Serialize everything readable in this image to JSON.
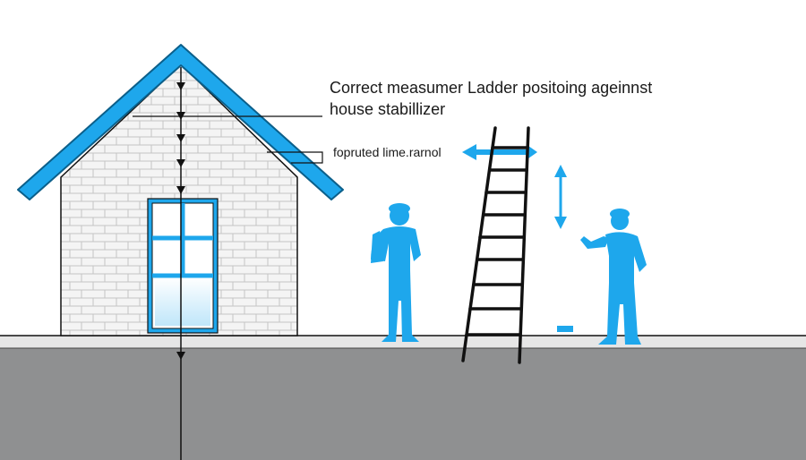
{
  "labels": {
    "title_line1": "Correct measumer Ladder positoing ageinnst",
    "title_line2": "house stabillizer",
    "pointer_label": "fopruted lime.rarnol"
  },
  "colors": {
    "accent_blue": "#1ea7ec",
    "light_blue": "#bfe6fa",
    "brick_wall": "#f4f4f4",
    "brick_line": "#c4c4c4",
    "ground": "#8f9091",
    "ground_strip": "#e6e6e6",
    "line": "#111111",
    "background": "#ffffff"
  },
  "icons": {
    "person_left": "worker-standing-icon",
    "person_right": "worker-gesturing-icon",
    "vertical_arrow": "double-headed-vertical-arrow-icon",
    "ladder_arrow": "left-arrow-icon"
  }
}
